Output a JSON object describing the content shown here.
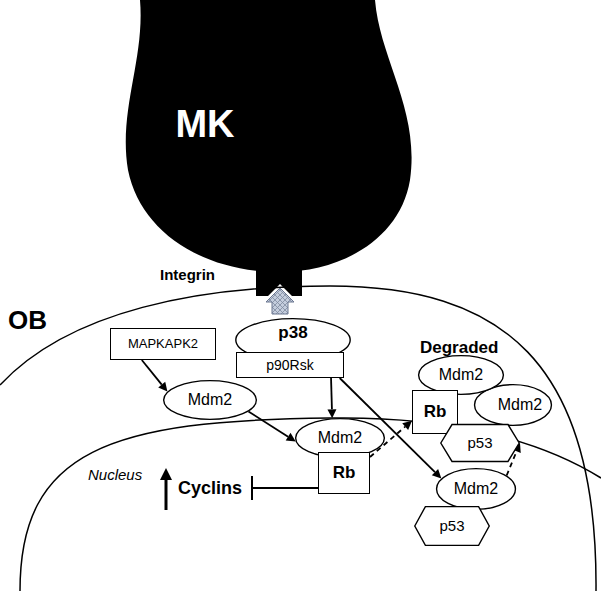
{
  "diagram": {
    "nodes": [
      {
        "text": [
          "MK"
        ]
      },
      {
        "text": [
          "MAPKAPK2"
        ]
      },
      {
        "text": [
          "p38"
        ]
      },
      {
        "text": [
          "p90Rsk"
        ]
      },
      {
        "text": [
          "Mdm2"
        ]
      },
      {
        "text": [
          "Mdm2"
        ]
      },
      {
        "text": [
          "Mdm2"
        ]
      },
      {
        "text": [
          "Rb"
        ]
      },
      {
        "text": [
          "p53"
        ]
      },
      {
        "text": [
          "Mdm2"
        ]
      },
      {
        "text": [
          "Rb"
        ]
      },
      {
        "text": [
          "Mdm2"
        ]
      },
      {
        "text": [
          "p53"
        ]
      }
    ],
    "edges": [
      {
        "from": 1,
        "to": 4,
        "arrow": "to"
      },
      {
        "from": 4,
        "to": 9,
        "arrow": "to"
      },
      {
        "from": 3,
        "to": 9,
        "arrow": "to"
      },
      {
        "from": 3,
        "to": 11,
        "arrow": "to"
      },
      {
        "from": 10,
        "to": 7,
        "arrow": "to"
      },
      {
        "from": 11,
        "to": 8,
        "arrow": "to"
      }
    ],
    "labels": [
      "Integrin",
      "OB",
      "Degraded",
      "Nucleus",
      "Cyclins"
    ]
  }
}
